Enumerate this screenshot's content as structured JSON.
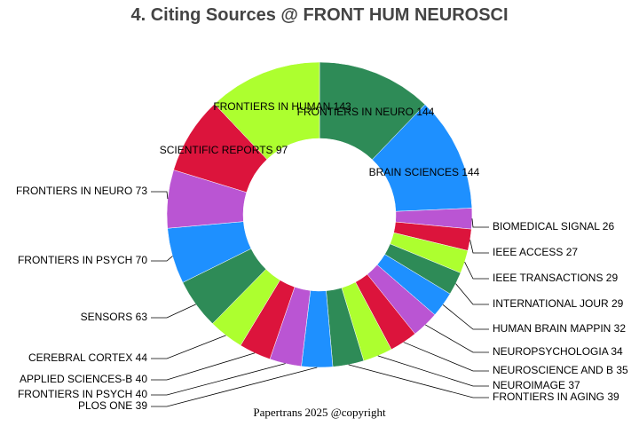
{
  "chart_data": {
    "type": "pie",
    "subtype": "donut",
    "title": "4. Citing Sources @ FRONT HUM NEUROSCI",
    "slices": [
      {
        "label": "FRONTIERS IN NEURO",
        "value": 144,
        "color": "#2e8b57"
      },
      {
        "label": "BRAIN SCIENCES",
        "value": 144,
        "color": "#1e90ff"
      },
      {
        "label": "BIOMEDICAL SIGNAL ",
        "value": 26,
        "color": "#ba55d3"
      },
      {
        "label": "IEEE ACCESS",
        "value": 27,
        "color": "#dc143c"
      },
      {
        "label": "IEEE TRANSACTIONS ",
        "value": 29,
        "color": "#adff2f"
      },
      {
        "label": "INTERNATIONAL JOUR",
        "value": 29,
        "color": "#2e8b57"
      },
      {
        "label": "HUMAN BRAIN MAPPIN",
        "value": 32,
        "color": "#1e90ff"
      },
      {
        "label": "NEUROPSYCHOLOGIA",
        "value": 34,
        "color": "#ba55d3"
      },
      {
        "label": "NEUROSCIENCE AND B",
        "value": 35,
        "color": "#dc143c"
      },
      {
        "label": "NEUROIMAGE",
        "value": 37,
        "color": "#adff2f"
      },
      {
        "label": "FRONTIERS IN AGING",
        "value": 39,
        "color": "#2e8b57"
      },
      {
        "label": "PLOS ONE",
        "value": 39,
        "color": "#1e90ff"
      },
      {
        "label": "FRONTIERS IN PSYCH",
        "value": 40,
        "color": "#ba55d3"
      },
      {
        "label": "APPLIED SCIENCES-B",
        "value": 40,
        "color": "#dc143c"
      },
      {
        "label": "CEREBRAL CORTEX",
        "value": 44,
        "color": "#adff2f"
      },
      {
        "label": "SENSORS",
        "value": 63,
        "color": "#2e8b57"
      },
      {
        "label": "FRONTIERS IN PSYCH",
        "value": 70,
        "color": "#1e90ff"
      },
      {
        "label": "FRONTIERS IN NEURO",
        "value": 73,
        "color": "#ba55d3"
      },
      {
        "label": "SCIENTIFIC REPORTS",
        "value": 97,
        "color": "#dc143c"
      },
      {
        "label": "FRONTIERS IN HUMAN",
        "value": 143,
        "color": "#adff2f"
      }
    ]
  },
  "footer": "Papertrans 2025 @copyright"
}
